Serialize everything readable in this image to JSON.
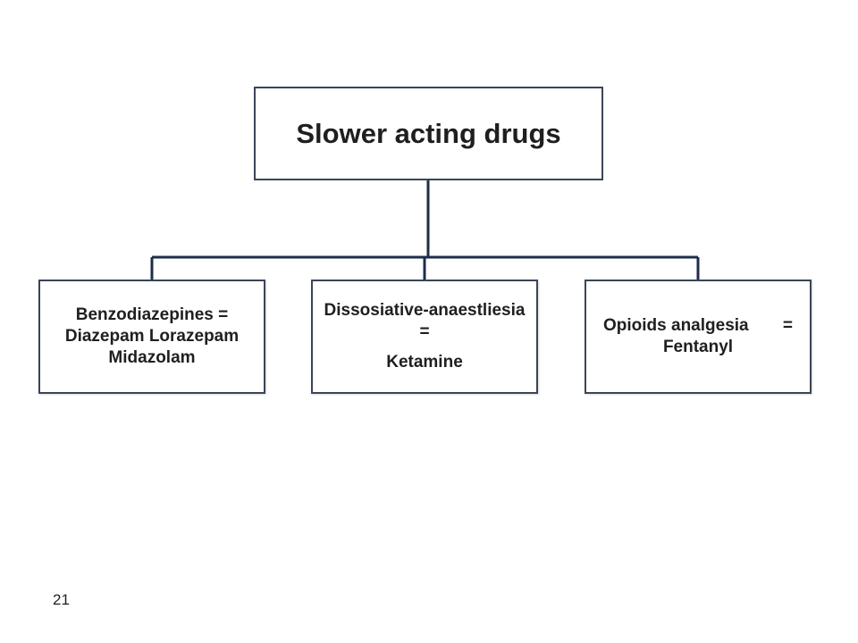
{
  "diagram": {
    "root": {
      "label": "Slower acting drugs"
    },
    "children": [
      {
        "lines": [
          "Benzodiazepines =",
          "Diazepam Lorazepam",
          "Midazolam"
        ]
      },
      {
        "lines": [
          "Dissosiative-anaestliesia",
          "=",
          "Ketamine"
        ]
      },
      {
        "lines": [
          "Opioids analgesia",
          "=",
          "Fentanyl"
        ]
      }
    ],
    "colors": {
      "border": "#3a4556",
      "connector": "#1f2d4a",
      "text": "#1f1f1f"
    }
  },
  "slide": {
    "number": "21"
  }
}
